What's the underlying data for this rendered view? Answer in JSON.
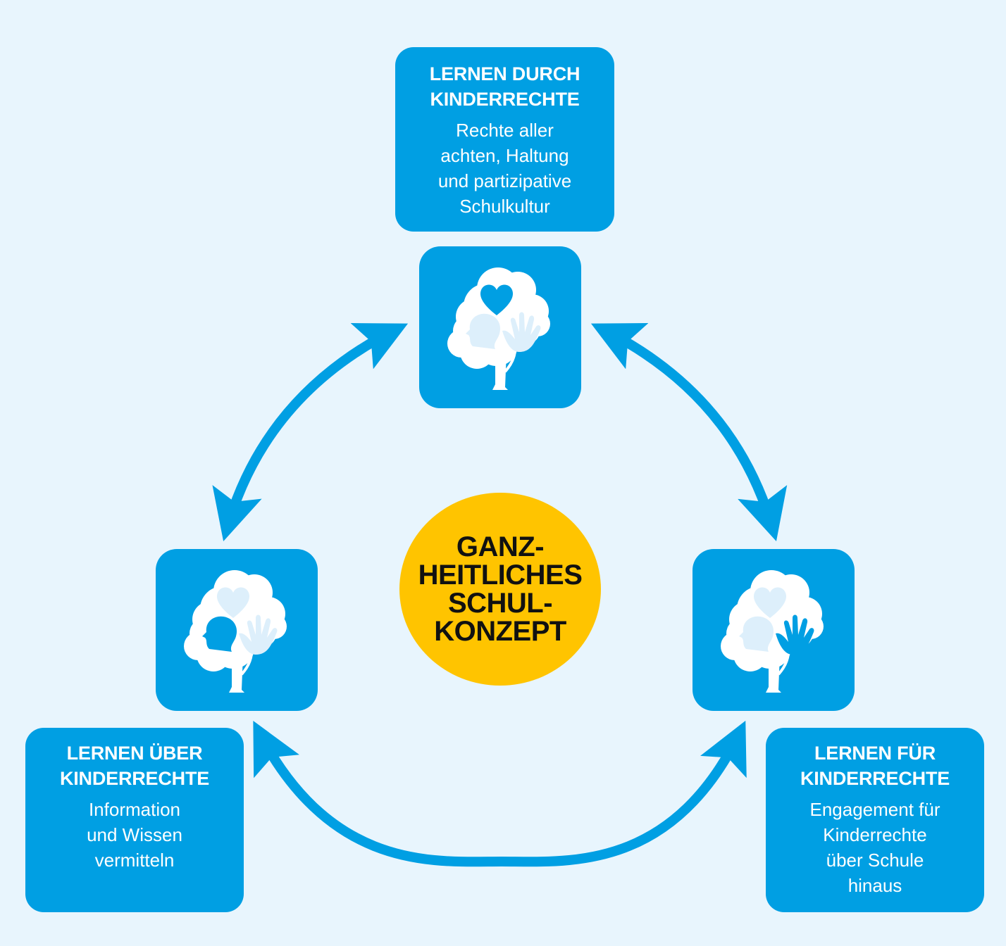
{
  "colors": {
    "background": "#E8F5FD",
    "primary_blue": "#009FE3",
    "icon_light": "#DDEFFB",
    "center_yellow": "#FFC400",
    "center_text": "#111111"
  },
  "center": {
    "lines": [
      "GANZ-",
      "HEITLICHES",
      "SCHUL-",
      "KONZEPT"
    ]
  },
  "nodes": {
    "top": {
      "title_lines": [
        "LERNEN DURCH",
        "KINDERRECHTE"
      ],
      "desc_lines": [
        "Rechte aller",
        "achten, Haltung",
        "und partizipative",
        "Schulkultur"
      ],
      "icon": "tree-heart-highlighted-icon"
    },
    "left": {
      "title_lines": [
        "LERNEN ÜBER",
        "KINDERRECHTE"
      ],
      "desc_lines": [
        "Information",
        "und Wissen",
        "vermitteln"
      ],
      "icon": "tree-head-highlighted-icon"
    },
    "right": {
      "title_lines": [
        "LERNEN FÜR",
        "KINDERRECHTE"
      ],
      "desc_lines": [
        "Engagement für",
        "Kinderrechte",
        "über Schule",
        "hinaus"
      ],
      "icon": "tree-hand-highlighted-icon"
    }
  },
  "connections": [
    {
      "from": "top",
      "to": "left",
      "type": "bidirectional-arrow"
    },
    {
      "from": "top",
      "to": "right",
      "type": "bidirectional-arrow"
    },
    {
      "from": "left",
      "to": "right",
      "type": "bidirectional-arrow"
    }
  ]
}
